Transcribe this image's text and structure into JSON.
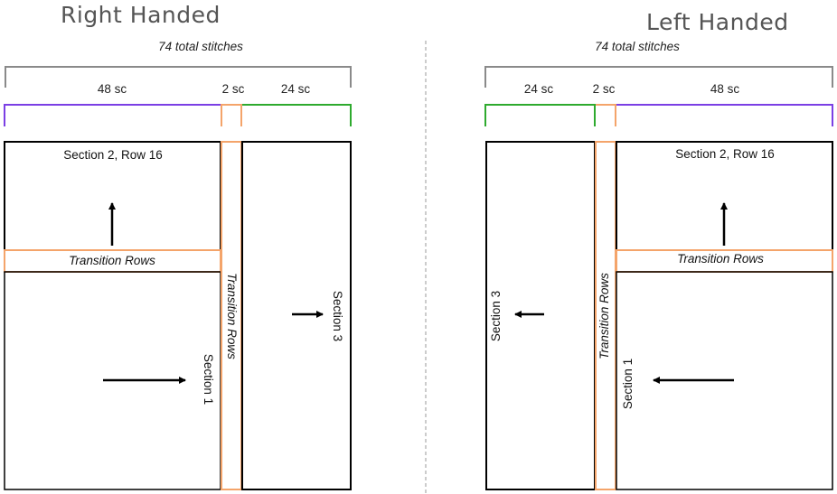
{
  "colors": {
    "purple": "#7b3fe4",
    "green": "#2eaa2e",
    "orange": "#f4a46a",
    "gray": "#8a8a8a",
    "divider": "#9a9a9a",
    "heading": "#555555"
  },
  "right": {
    "heading": "Right Handed",
    "total": "74 total stitches",
    "count_48": "48 sc",
    "count_2": "2 sc",
    "count_24": "24 sc",
    "section2": "Section 2, Row 16",
    "transition_horizontal": "Transition Rows",
    "transition_vertical": "Transition Rows",
    "section1": "Section 1",
    "section3": "Section 3"
  },
  "left": {
    "heading": "Left Handed",
    "total": "74 total stitches",
    "count_24": "24 sc",
    "count_2": "2 sc",
    "count_48": "48 sc",
    "section2": "Section 2, Row 16",
    "transition_horizontal": "Transition Rows",
    "transition_vertical": "Transition Rows",
    "section1": "Section 1",
    "section3": "Section 3"
  }
}
